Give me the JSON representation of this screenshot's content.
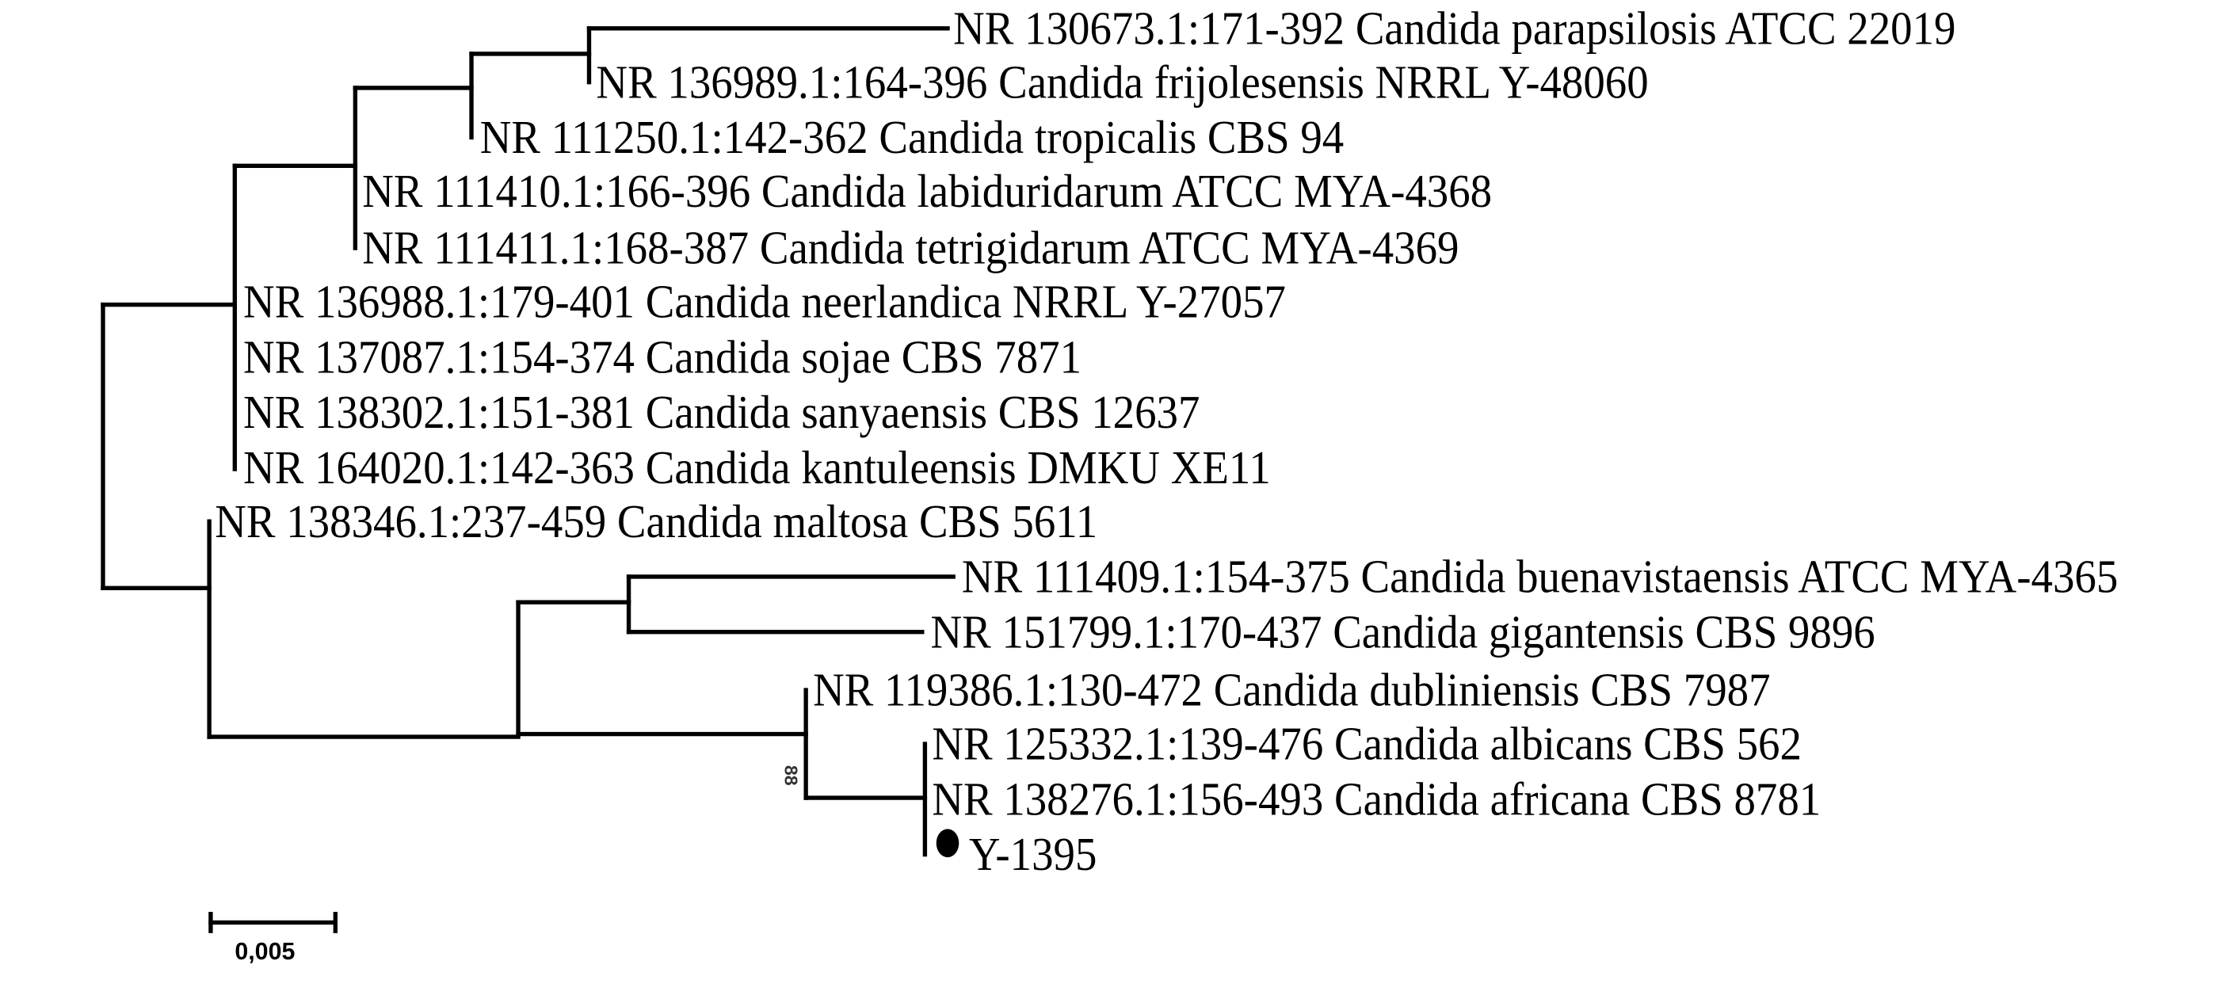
{
  "tree": {
    "leaves": [
      {
        "label": "NR 130673.1:171-392 Candida parapsilosis ATCC 22019"
      },
      {
        "label": "NR 136989.1:164-396 Candida frijolesensis NRRL Y-48060"
      },
      {
        "label": "NR 111250.1:142-362 Candida tropicalis CBS 94"
      },
      {
        "label": "NR 111410.1:166-396 Candida labiduridarum ATCC MYA-4368"
      },
      {
        "label": "NR 111411.1:168-387 Candida tetrigidarum ATCC MYA-4369"
      },
      {
        "label": "NR 136988.1:179-401 Candida neerlandica NRRL Y-27057"
      },
      {
        "label": "NR 137087.1:154-374 Candida sojae CBS 7871"
      },
      {
        "label": "NR 138302.1:151-381 Candida sanyaensis CBS 12637"
      },
      {
        "label": "NR 164020.1:142-363 Candida kantuleensis DMKU XE11"
      },
      {
        "label": "NR 138346.1:237-459 Candida maltosa CBS 5611"
      },
      {
        "label": "NR 111409.1:154-375 Candida buenavistaensis ATCC MYA-4365"
      },
      {
        "label": "NR 151799.1:170-437 Candida gigantensis CBS 9896"
      },
      {
        "label": "NR 119386.1:130-472 Candida dubliniensis CBS 7987"
      },
      {
        "label": "NR 125332.1:139-476 Candida albicans CBS 562"
      },
      {
        "label": "NR 138276.1:156-493 Candida africana CBS 8781"
      },
      {
        "label": "Y-1395",
        "marked": true
      }
    ],
    "bootstrap": "88",
    "scale_bar": {
      "value": 0.005,
      "label": "0,005"
    }
  }
}
